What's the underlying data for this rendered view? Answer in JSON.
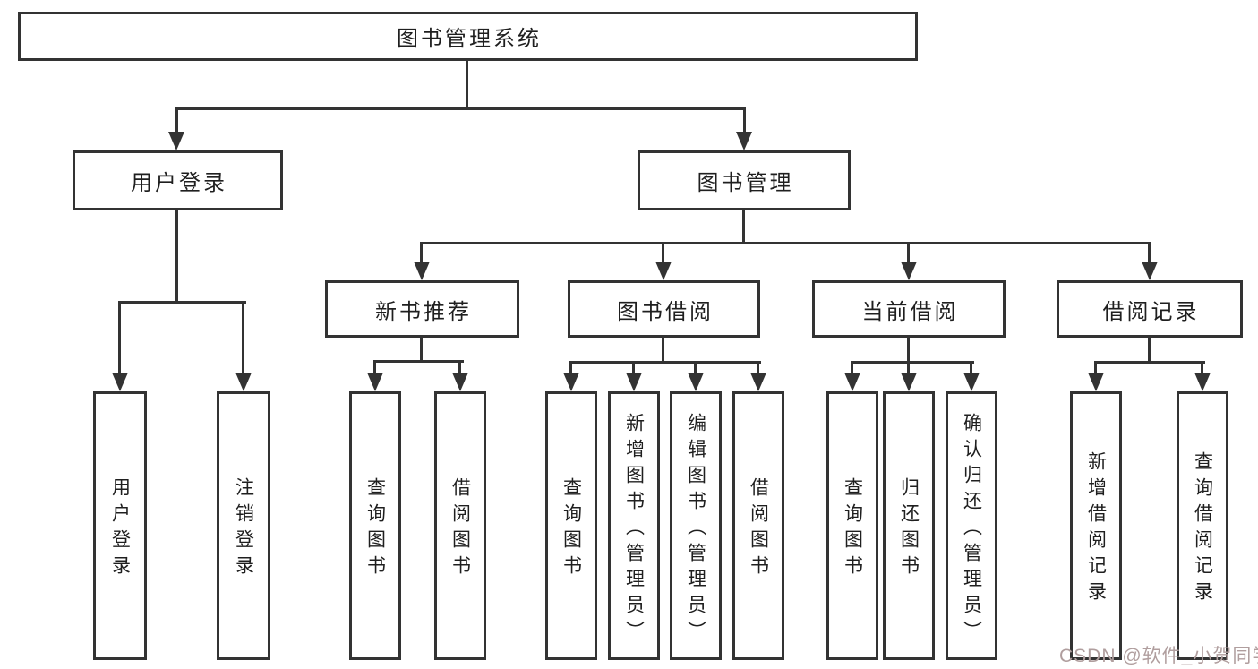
{
  "tree": {
    "root": "图书管理系统",
    "branches": [
      {
        "label": "用户登录",
        "children": [
          "用户登录",
          "注销登录"
        ]
      },
      {
        "label": "图书管理",
        "groups": [
          {
            "label": "新书推荐",
            "children": [
              "查询图书",
              "借阅图书"
            ]
          },
          {
            "label": "图书借阅",
            "children": [
              "查询图书",
              "新增图书（管理员）",
              "编辑图书（管理员）",
              "借阅图书"
            ]
          },
          {
            "label": "当前借阅",
            "children": [
              "查询图书",
              "归还图书",
              "确认归还（管理员）"
            ]
          },
          {
            "label": "借阅记录",
            "children": [
              "新增借阅记录",
              "查询借阅记录"
            ]
          }
        ]
      }
    ]
  },
  "watermark": {
    "text": "CSDN @软件_小贺同学"
  },
  "colors": {
    "line": "#333333",
    "text": "#1f1f1f",
    "watermark": "#b09e9e",
    "background": "#ffffff"
  }
}
